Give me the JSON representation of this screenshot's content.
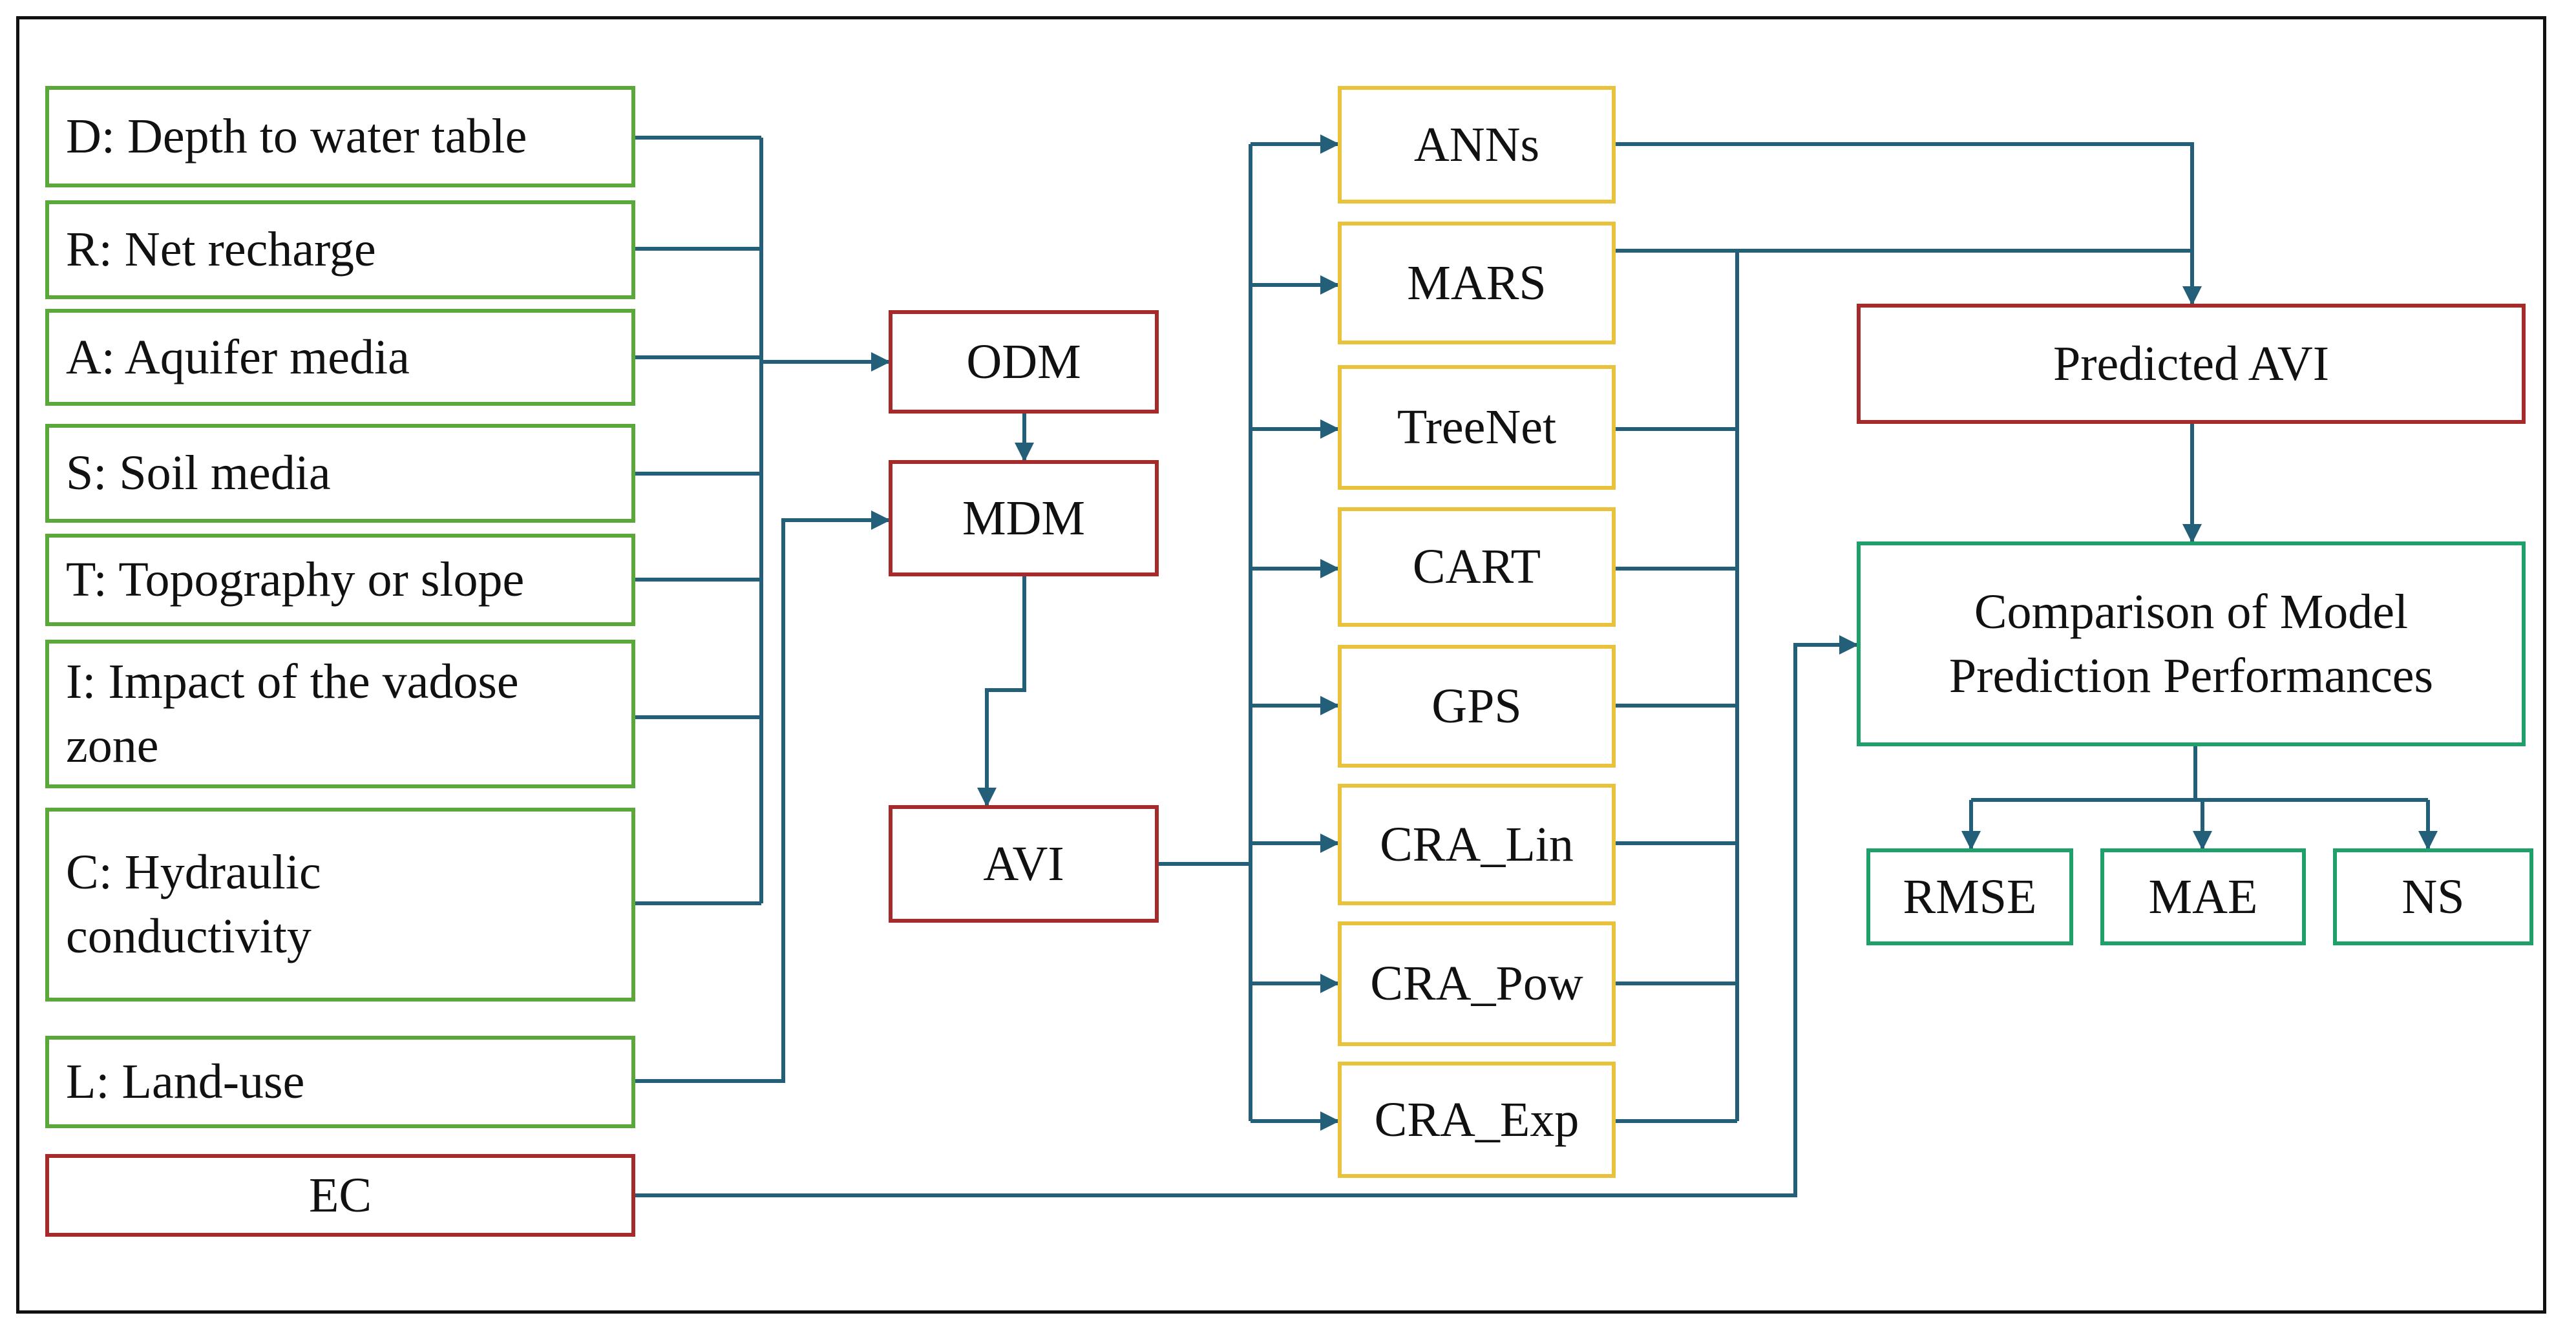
{
  "colors": {
    "input_border": "#5aa83a",
    "key_border": "#a52a2a",
    "model_border": "#e8c23a",
    "compare_border": "#1fa06a",
    "arrow": "#245f7a"
  },
  "inputs": {
    "d": "D: Depth to water table",
    "r": "R: Net recharge",
    "a": "A: Aquifer media",
    "s": "S: Soil media",
    "t": "T: Topography or slope",
    "i": "I: Impact of the vadose zone",
    "c": "C: Hydraulic conductivity",
    "l": "L: Land-use",
    "ec": "EC"
  },
  "stages": {
    "odm": "ODM",
    "mdm": "MDM",
    "avi": "AVI"
  },
  "models": {
    "anns": "ANNs",
    "mars": "MARS",
    "treenet": "TreeNet",
    "cart": "CART",
    "gps": "GPS",
    "cra_lin": "CRA_Lin",
    "cra_pow": "CRA_Pow",
    "cra_exp": "CRA_Exp"
  },
  "outputs": {
    "predicted": "Predicted AVI",
    "comparison": "Comparison of Model Prediction Performances",
    "rmse": "RMSE",
    "mae": "MAE",
    "ns": "NS"
  }
}
